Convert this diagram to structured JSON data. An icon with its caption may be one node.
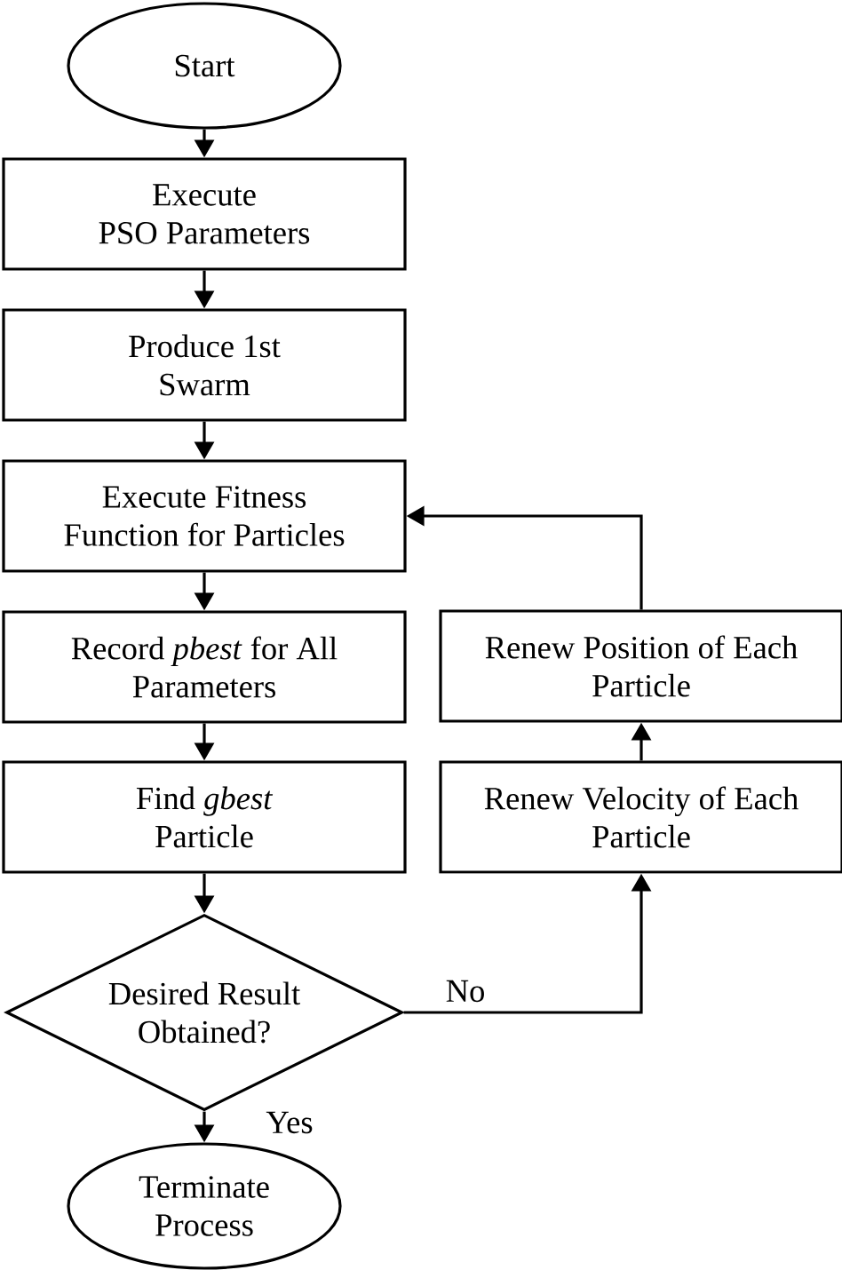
{
  "diagram": {
    "nodes": [
      {
        "text": [
          "Start"
        ]
      },
      {
        "text": [
          "Execute PSO Parameters"
        ]
      },
      {
        "text": [
          "Produce 1st Swarm"
        ]
      },
      {
        "text": [
          "Execute Fitness Function for Particles"
        ]
      },
      {
        "text": [
          "Record *pbest* for All Parameters"
        ]
      },
      {
        "text": [
          "Find *gbest* Particle"
        ]
      },
      {
        "text": [
          "Desired Result Obtained?"
        ]
      },
      {
        "text": [
          "Terminate Process"
        ]
      },
      {
        "text": [
          "Renew Position of Each Particle"
        ]
      },
      {
        "text": [
          "Renew Velocity of Each Particle"
        ]
      }
    ],
    "edges": [
      {
        "from": 0,
        "to": 1,
        "arrow": "to"
      },
      {
        "from": 1,
        "to": 2,
        "arrow": "to"
      },
      {
        "from": 2,
        "to": 3,
        "arrow": "to"
      },
      {
        "from": 3,
        "to": 4,
        "arrow": "to"
      },
      {
        "from": 4,
        "to": 5,
        "arrow": "to"
      },
      {
        "from": 5,
        "to": 6,
        "arrow": "to"
      },
      {
        "from": 6,
        "to": 7,
        "arrow": "to",
        "label": "Yes"
      },
      {
        "from": 6,
        "to": 9,
        "arrow": "to",
        "label": "No"
      },
      {
        "from": 9,
        "to": 8,
        "arrow": "to"
      },
      {
        "from": 8,
        "to": 3,
        "arrow": "to"
      }
    ]
  }
}
